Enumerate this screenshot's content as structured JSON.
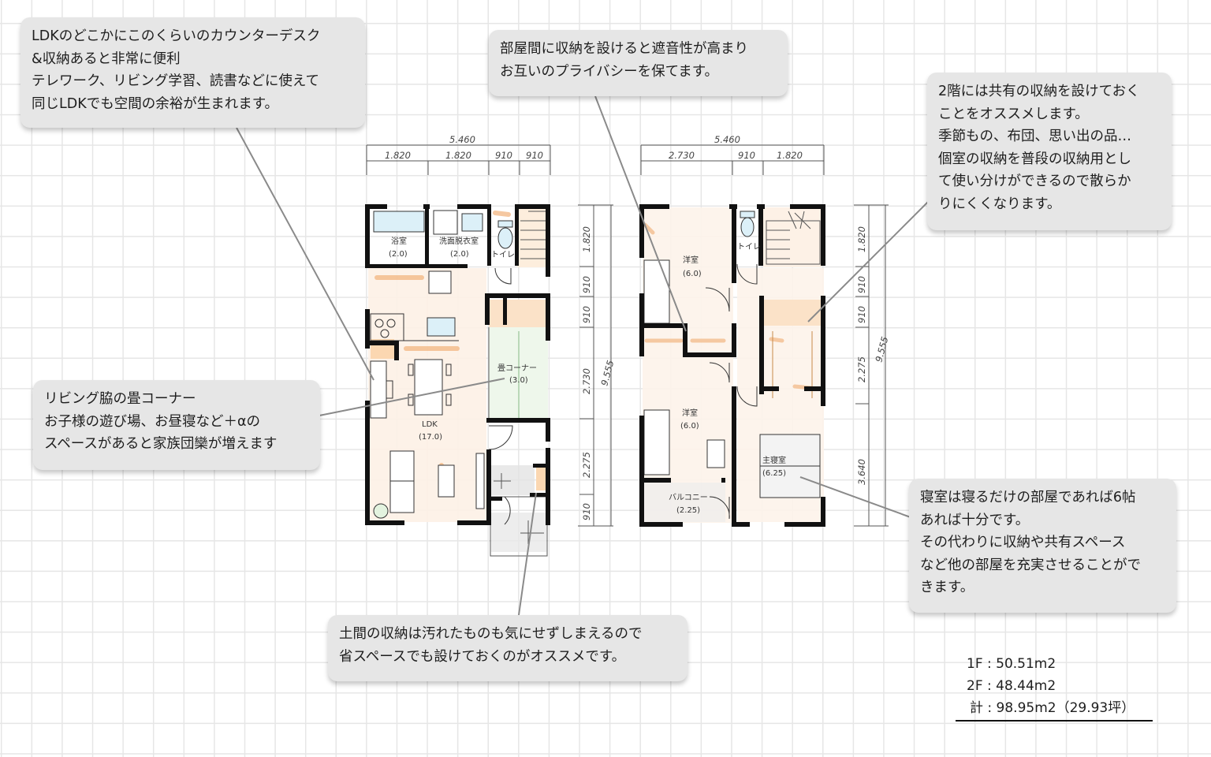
{
  "notes": {
    "counter_desk": {
      "lines": [
        "LDKのどこかにこのくらいのカウンターデスク",
        "&収納あると非常に便利",
        "テレワーク、リビング学習、読書などに使えて",
        "同じLDKでも空間の余裕が生まれます。"
      ]
    },
    "room_storage": {
      "lines": [
        "部屋間に収納を設けると遮音性が高まり",
        "お互いのプライバシーを保てます。"
      ]
    },
    "shared_storage": {
      "lines": [
        "2階には共有の収納を設けておく",
        "ことをオススメします。",
        "季節もの、布団、思い出の品…",
        "個室の収納を普段の収納用とし",
        "て使い分けができるので散らか",
        "りにくくなります。"
      ]
    },
    "tatami_corner": {
      "lines": [
        "リビング脇の畳コーナー",
        "お子様の遊び場、お昼寝など＋αの",
        "スペースがあると家族団欒が増えます"
      ]
    },
    "bedroom": {
      "lines": [
        "寝室は寝るだけの部屋であれば6帖",
        "あれば十分です。",
        "その代わりに収納や共有スペース",
        "など他の部屋を充実させることがで",
        "きます。"
      ]
    },
    "doma_storage": {
      "lines": [
        "土間の収納は汚れたものも気にせずしまえるので",
        "省スペースでも設けておくのがオススメです。"
      ]
    }
  },
  "floor1": {
    "total_width": "5.460",
    "width_dims": [
      "1.820",
      "1.820",
      "910",
      "910"
    ],
    "depth_dims": [
      "1.820",
      "910",
      "910",
      "2.730",
      "2.275",
      "910"
    ],
    "total_depth": "9.555",
    "rooms": {
      "bath": {
        "name": "浴室",
        "size": "(2.0)"
      },
      "washroom": {
        "name": "洗面脱衣室",
        "size": "(2.0)"
      },
      "toilet": {
        "name": "トイレ"
      },
      "tatami": {
        "name": "畳コーナー",
        "size": "(3.0)"
      },
      "ldk": {
        "name": "LDK",
        "size": "(17.0)"
      }
    }
  },
  "floor2": {
    "total_width": "5.460",
    "width_dims": [
      "2.730",
      "910",
      "1.820"
    ],
    "depth_dims": [
      "1.820",
      "910",
      "910",
      "2.275",
      "3.640"
    ],
    "total_depth": "9.555",
    "rooms": {
      "western1": {
        "name": "洋室",
        "size": "(6.0)"
      },
      "toilet": {
        "name": "トイレ"
      },
      "western2": {
        "name": "洋室",
        "size": "(6.0)"
      },
      "balcony": {
        "name": "バルコニー",
        "size": "(2.25)"
      },
      "master": {
        "name": "主寝室",
        "size": "(6.25)"
      }
    }
  },
  "area_summary": {
    "f1": "1F : 50.51m2",
    "f2": "2F : 48.44m2",
    "total": "計 : 98.95m2（29.93坪）"
  },
  "colors": {
    "wall": "#111111",
    "note_bg": "#e6e6e6",
    "grid": "#e6e6e6",
    "wood_accent": "#f2b27a",
    "floor_tint": "#fdf1e6",
    "tatami_tint": "#e3f3df",
    "water_blue": "#dcf0f8",
    "leader": "#8a8a8a"
  }
}
